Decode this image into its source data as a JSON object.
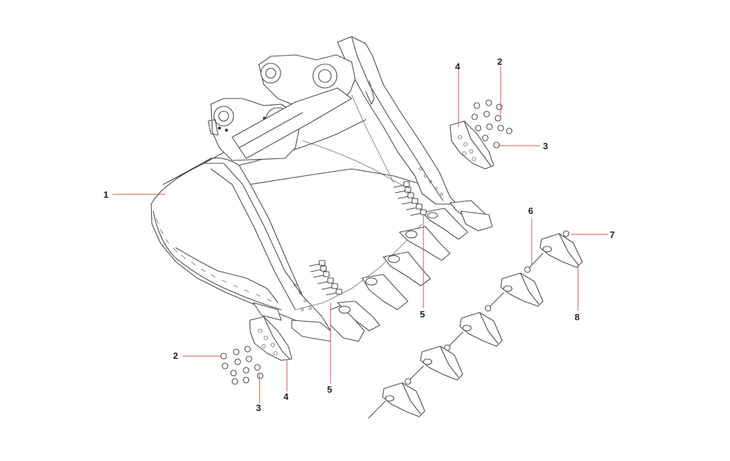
{
  "diagram": {
    "callouts": {
      "c1": "1",
      "c2a": "2",
      "c3a": "3",
      "c4a": "4",
      "c2b": "2",
      "c3b": "3",
      "c4b": "4",
      "c5a": "5",
      "c5b": "5",
      "c6": "6",
      "c7": "7",
      "c8": "8"
    },
    "colors": {
      "line": "#4a4a4a",
      "leader": "#d9534f",
      "background": "#ffffff"
    }
  }
}
